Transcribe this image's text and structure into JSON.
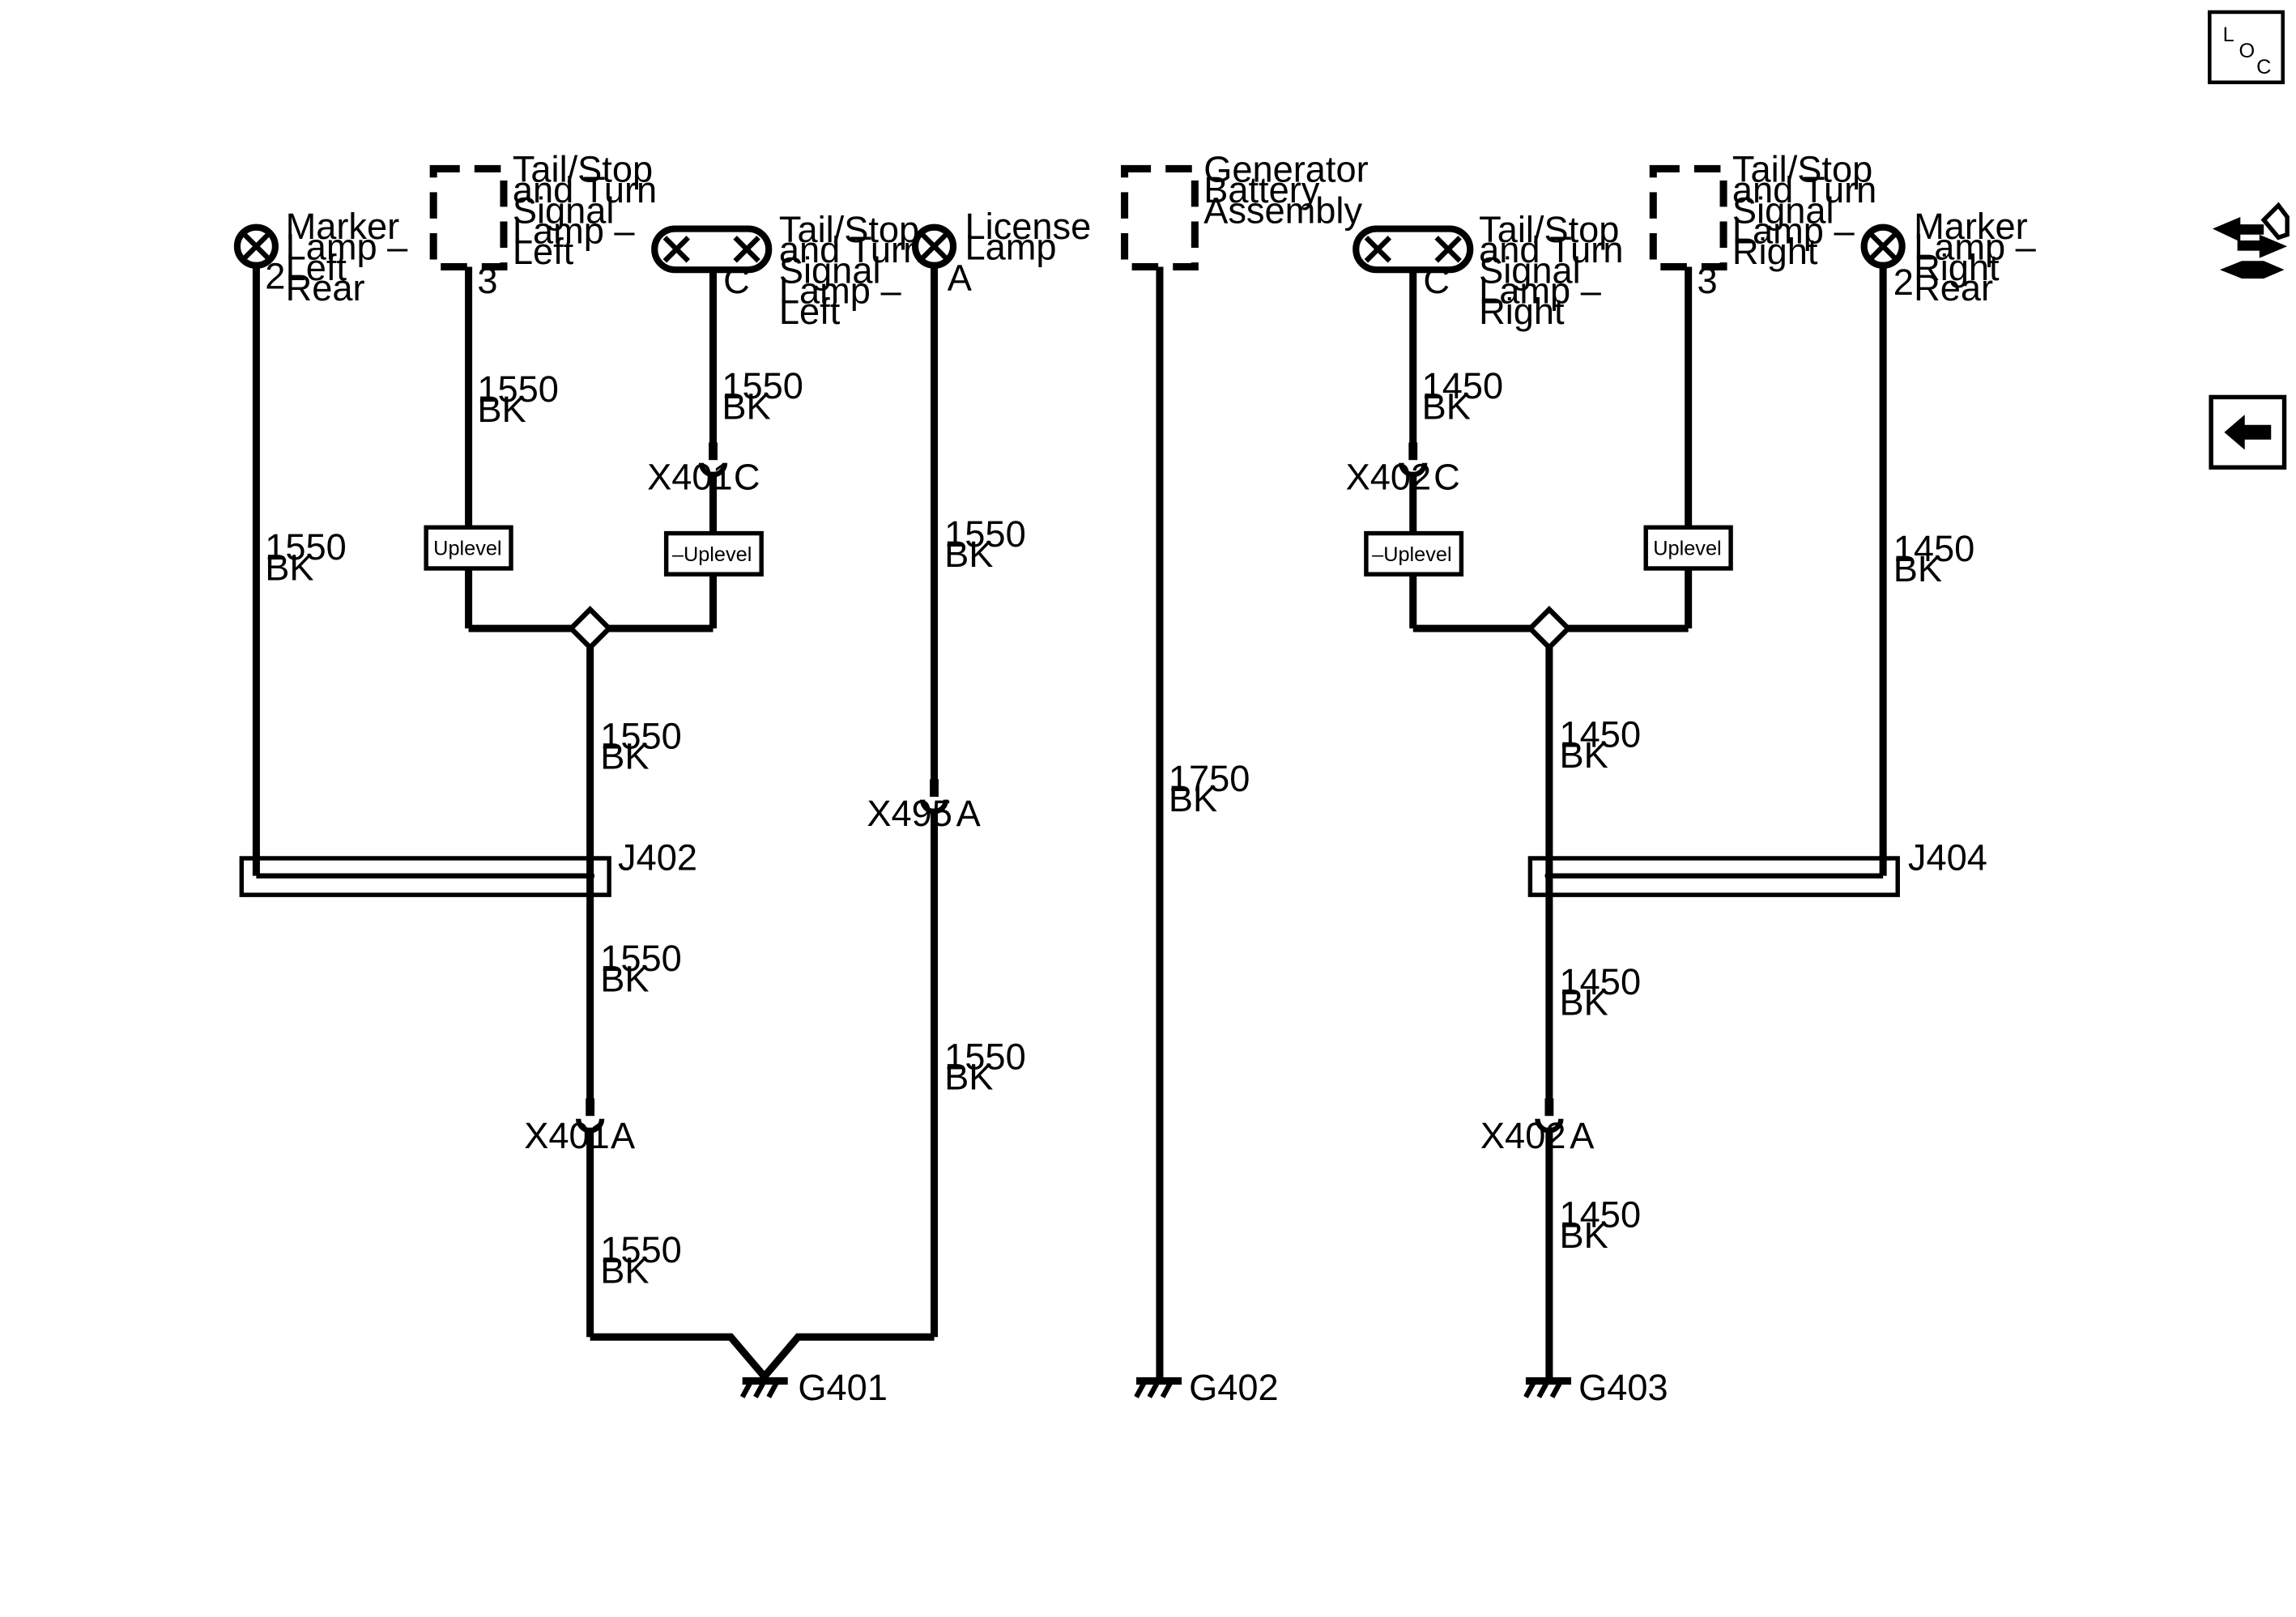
{
  "components": {
    "marker_left": [
      "Marker",
      "Lamp –",
      "Left",
      "Rear"
    ],
    "tail_bulb_left": [
      "Tail/Stop",
      "and Turn",
      "Signal",
      "Lamp –",
      "Left"
    ],
    "tail_assy_left": [
      "Tail/Stop",
      "and Turn",
      "Signal",
      "Lamp –",
      "Left"
    ],
    "license": [
      "License",
      "Lamp"
    ],
    "generator": [
      "Generator",
      "Battery",
      "Assembly"
    ],
    "tail_bulb_right": [
      "Tail/Stop",
      "and Turn",
      "Signal",
      "Lamp –",
      "Right"
    ],
    "tail_assy_right": [
      "Tail/Stop",
      "and Turn",
      "Signal",
      "Lamp –",
      "Right"
    ],
    "marker_right": [
      "Marker",
      "Lamp –",
      "Right",
      "Rear"
    ]
  },
  "pins": {
    "marker_left": "2",
    "tail_assy_left": "3",
    "tail_bulb_left": "C",
    "license": "A",
    "tail_bulb_right": "C",
    "tail_assy_right": "3",
    "marker_right": "2"
  },
  "wires": {
    "w1": [
      "1550",
      "BK"
    ],
    "w2": [
      "1550",
      "BK"
    ],
    "w3": [
      "1550",
      "BK"
    ],
    "w4": [
      "1550",
      "BK"
    ],
    "w5": [
      "1550",
      "BK"
    ],
    "w6": [
      "1550",
      "BK"
    ],
    "w7": [
      "1550",
      "BK"
    ],
    "w8": [
      "1550",
      "BK"
    ],
    "w9": [
      "1750",
      "BK"
    ],
    "w10": [
      "1450",
      "BK"
    ],
    "w11": [
      "1450",
      "BK"
    ],
    "w12": [
      "1450",
      "BK"
    ],
    "w13": [
      "1450",
      "BK"
    ],
    "w14": [
      "1450",
      "BK"
    ]
  },
  "options": {
    "uplevel": "Uplevel",
    "not_uplevel": "–Uplevel"
  },
  "connectors": {
    "x401_c": [
      "X401",
      "C"
    ],
    "x401_a": [
      "X401",
      "A"
    ],
    "x495_a": [
      "X495",
      "A"
    ],
    "x402_c": [
      "X402",
      "C"
    ],
    "x402_a": [
      "X402",
      "A"
    ]
  },
  "splices": {
    "j402": "J402",
    "j404": "J404"
  },
  "grounds": {
    "g401": "G401",
    "g402": "G402",
    "g403": "G403"
  },
  "nav": {
    "loc_letters": [
      "L",
      "O",
      "C"
    ],
    "connector_icon": "connector-end-view-icon",
    "back_icon": "back-arrow-icon"
  }
}
